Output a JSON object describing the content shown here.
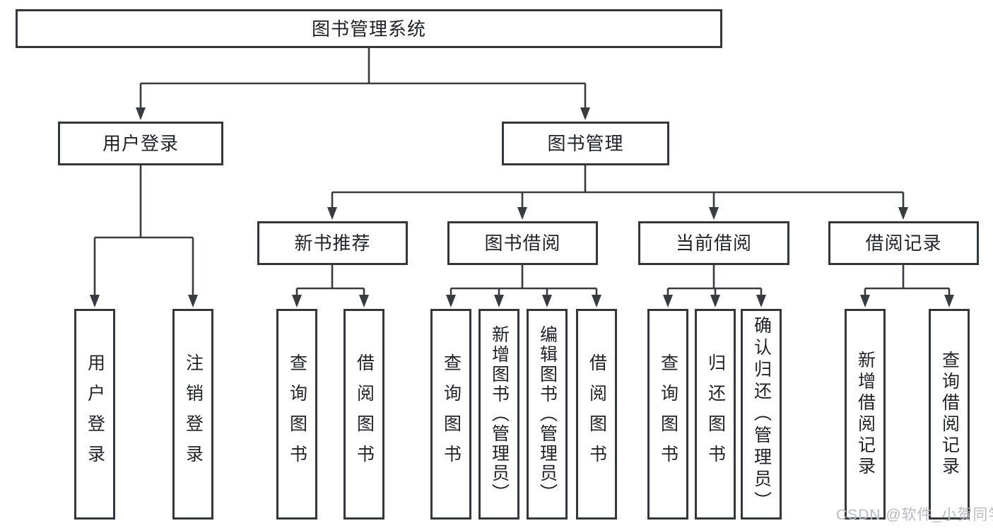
{
  "colors": {
    "line": "#383b40",
    "box_border": "#34373c",
    "text": "#1f2328",
    "watermark": "#b8bcc2",
    "background": "#ffffff"
  },
  "watermark": {
    "text": "CSDN @软件_小贺同学"
  },
  "tree": {
    "label": "图书管理系统",
    "children": [
      {
        "label": "用户登录",
        "children": [
          {
            "label": "用户登录"
          },
          {
            "label": "注销登录"
          }
        ]
      },
      {
        "label": "图书管理",
        "children": [
          {
            "label": "新书推荐",
            "children": [
              {
                "label": "查询图书"
              },
              {
                "label": "借阅图书"
              }
            ]
          },
          {
            "label": "图书借阅",
            "children": [
              {
                "label": "查询图书"
              },
              {
                "label": "新增图书（管理员）"
              },
              {
                "label": "编辑图书（管理员）"
              },
              {
                "label": "借阅图书"
              }
            ]
          },
          {
            "label": "当前借阅",
            "children": [
              {
                "label": "查询图书"
              },
              {
                "label": "归还图书"
              },
              {
                "label": "确认归还（管理员）"
              }
            ]
          },
          {
            "label": "借阅记录",
            "children": [
              {
                "label": "新增借阅记录"
              },
              {
                "label": "查询借阅记录"
              }
            ]
          }
        ]
      }
    ]
  }
}
